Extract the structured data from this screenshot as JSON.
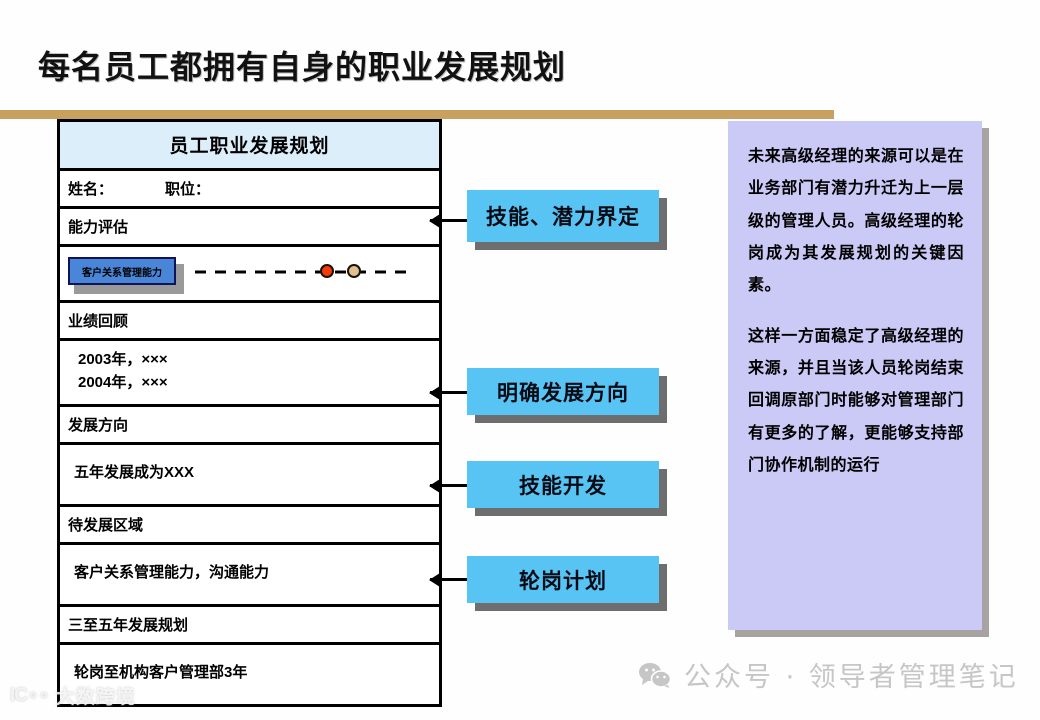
{
  "slide": {
    "title": "每名员工都拥有自身的职业发展规划"
  },
  "plan_table": {
    "header": "员工职业发展规划",
    "name_label": "姓名：",
    "position_label": "职位：",
    "rows": [
      {
        "label": "能力评估"
      },
      {
        "label": "业绩回顾"
      },
      {
        "label": "发展方向"
      },
      {
        "label": "待发展区域"
      },
      {
        "label": "三至五年发展规划"
      }
    ],
    "capability": {
      "chip_label": "客户关系管理能力",
      "current_marker": "red-dot",
      "target_marker": "tan-dot"
    },
    "performance": {
      "line1": "2003年，×××",
      "line2": "2004年，×××"
    },
    "direction_value": "五年发展成为XXX",
    "gap_value": "客户关系管理能力，沟通能力",
    "rotation_value": "轮岗至机构客户管理部3年"
  },
  "callouts": [
    {
      "label": "技能、潜力界定"
    },
    {
      "label": "明确发展方向"
    },
    {
      "label": "技能开发"
    },
    {
      "label": "轮岗计划"
    }
  ],
  "note_panel": {
    "paragraph1": "未来高级经理的来源可以是在业务部门有潜力升迁为上一层级的管理人员。高级经理的轮岗成为其发展规划的关键因素。",
    "paragraph2": "这样一方面稳定了高级经理的来源，并且当该人员轮岗结束回调原部门时能够对管理部门有更多的了解，更能够支持部门协作机制的运行"
  },
  "footer": {
    "watermark_text": "公众号 · 领导者管理笔记",
    "corner_watermark": "大数跨境"
  },
  "colors": {
    "gold_bar": "#c8a060",
    "table_header_bg": "#ddeefb",
    "callout_bg": "#57c4f4",
    "callout_shadow": "#6e6e6e",
    "note_panel_bg": "#cbc9f5",
    "chip_bg": "#4a86d8",
    "marker_current": "#f43a06",
    "marker_target": "#dfc08e"
  }
}
